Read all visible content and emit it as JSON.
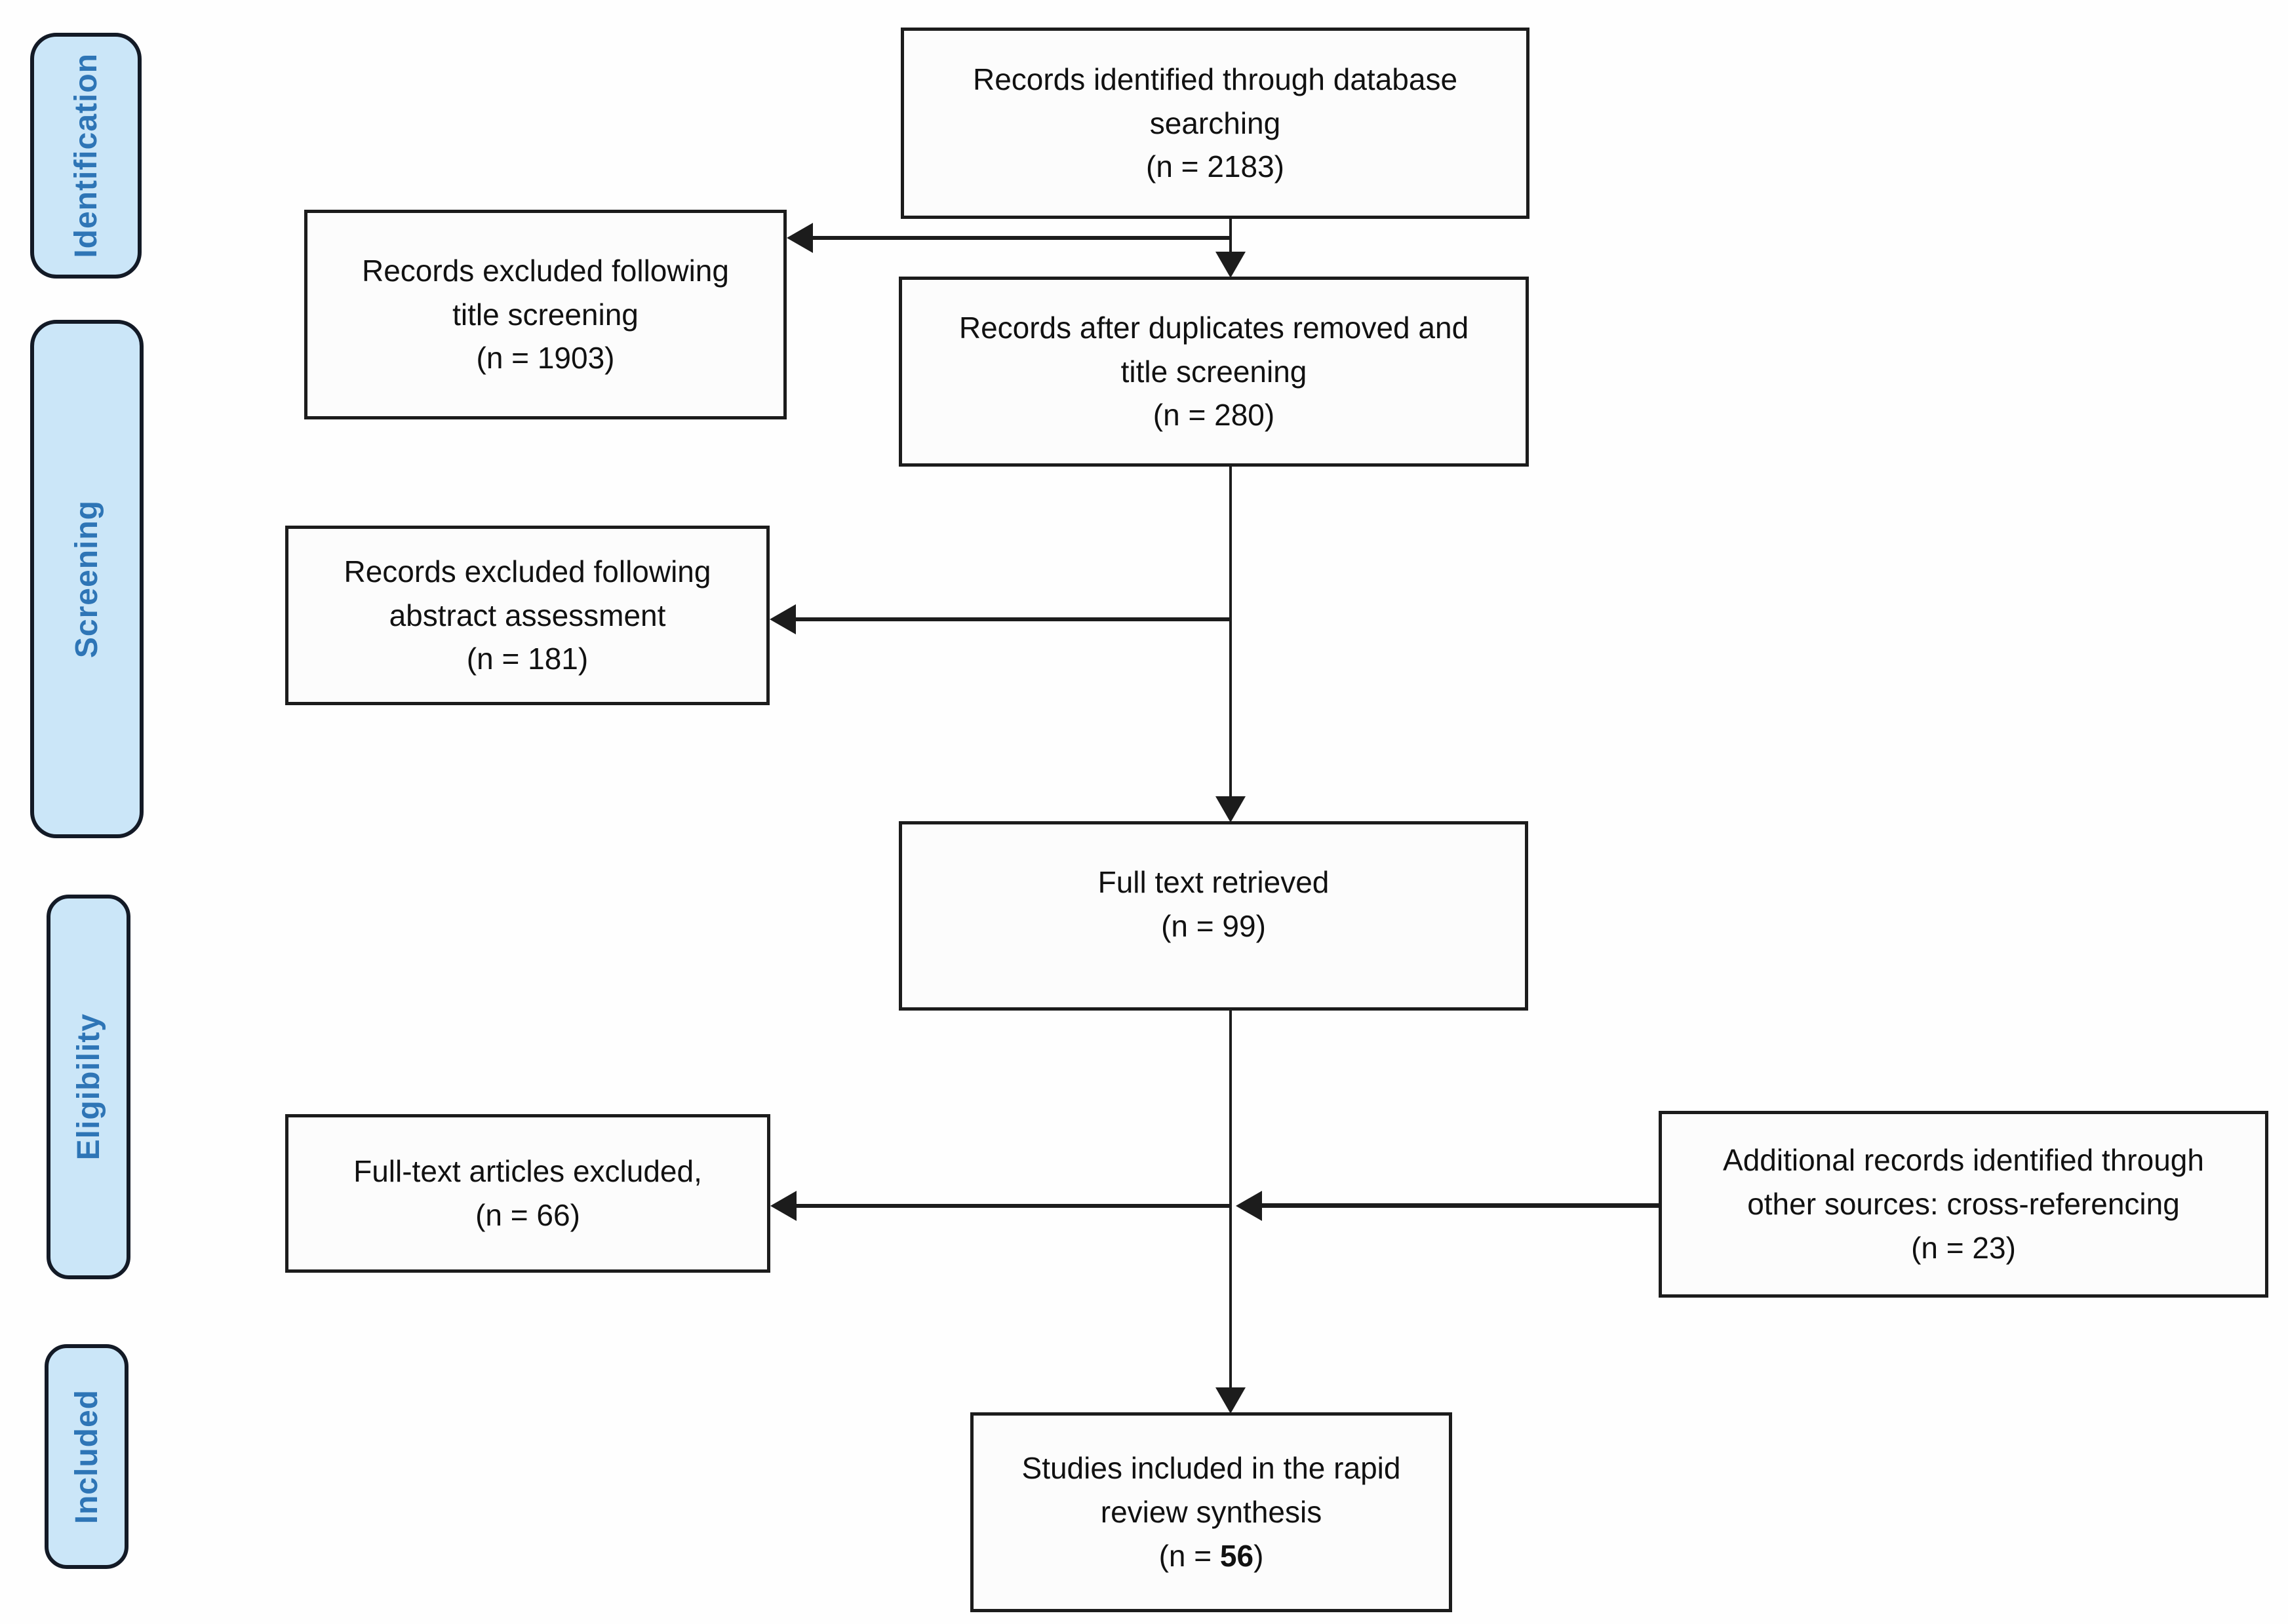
{
  "diagram_title": "PRISMA-style rapid review flow diagram",
  "colors": {
    "stage_fill": "#cbe6f8",
    "stage_border": "#131a26",
    "stage_text": "#2e75b6",
    "box_fill": "#fcfcfc",
    "box_border": "#1c1c1c",
    "arrow": "#1c1c1c",
    "background": "#fefefe"
  },
  "sidebar": {
    "identification": "Identification",
    "screening": "Screening",
    "eligibility": "Eligibility",
    "included": "Included"
  },
  "boxes": {
    "records_identified": {
      "line1": "Records identified through database",
      "line2": "searching",
      "line3": "(n = 2183)"
    },
    "excluded_title": {
      "line1": "Records excluded following",
      "line2": "title screening",
      "line3": "(n = 1903)"
    },
    "records_after_duplicates": {
      "line1": "Records after duplicates removed and",
      "line2": "title screening",
      "line3": "(n = 280)"
    },
    "excluded_abstract": {
      "line1": "Records excluded following",
      "line2": "abstract assessment",
      "line3": "(n = 181)"
    },
    "full_text_retrieved": {
      "line1": "Full text retrieved",
      "line2": "(n = 99)"
    },
    "full_text_excluded": {
      "line1": "Full-text articles excluded,",
      "line2": "(n = 66)"
    },
    "additional_records": {
      "line1": "Additional records identified through",
      "line2": "other sources: cross-referencing",
      "line3": "(n = 23)"
    },
    "studies_included": {
      "line1": "Studies included in the rapid",
      "line2": "review synthesis",
      "n_prefix": "(n = ",
      "n_value": "56",
      "n_suffix": ")"
    }
  },
  "connections": [
    {
      "from": "records_identified",
      "to": "records_after_duplicates",
      "direction": "down"
    },
    {
      "from": "records_identified",
      "to": "excluded_title",
      "direction": "left"
    },
    {
      "from": "records_after_duplicates",
      "to": "full_text_retrieved",
      "direction": "down"
    },
    {
      "from": "records_after_duplicates",
      "to": "excluded_abstract",
      "direction": "left"
    },
    {
      "from": "full_text_retrieved",
      "to": "studies_included",
      "direction": "down"
    },
    {
      "from": "full_text_retrieved",
      "to": "full_text_excluded",
      "direction": "left"
    },
    {
      "from": "additional_records",
      "to": "studies_included",
      "direction": "left-into-main-flow"
    }
  ]
}
